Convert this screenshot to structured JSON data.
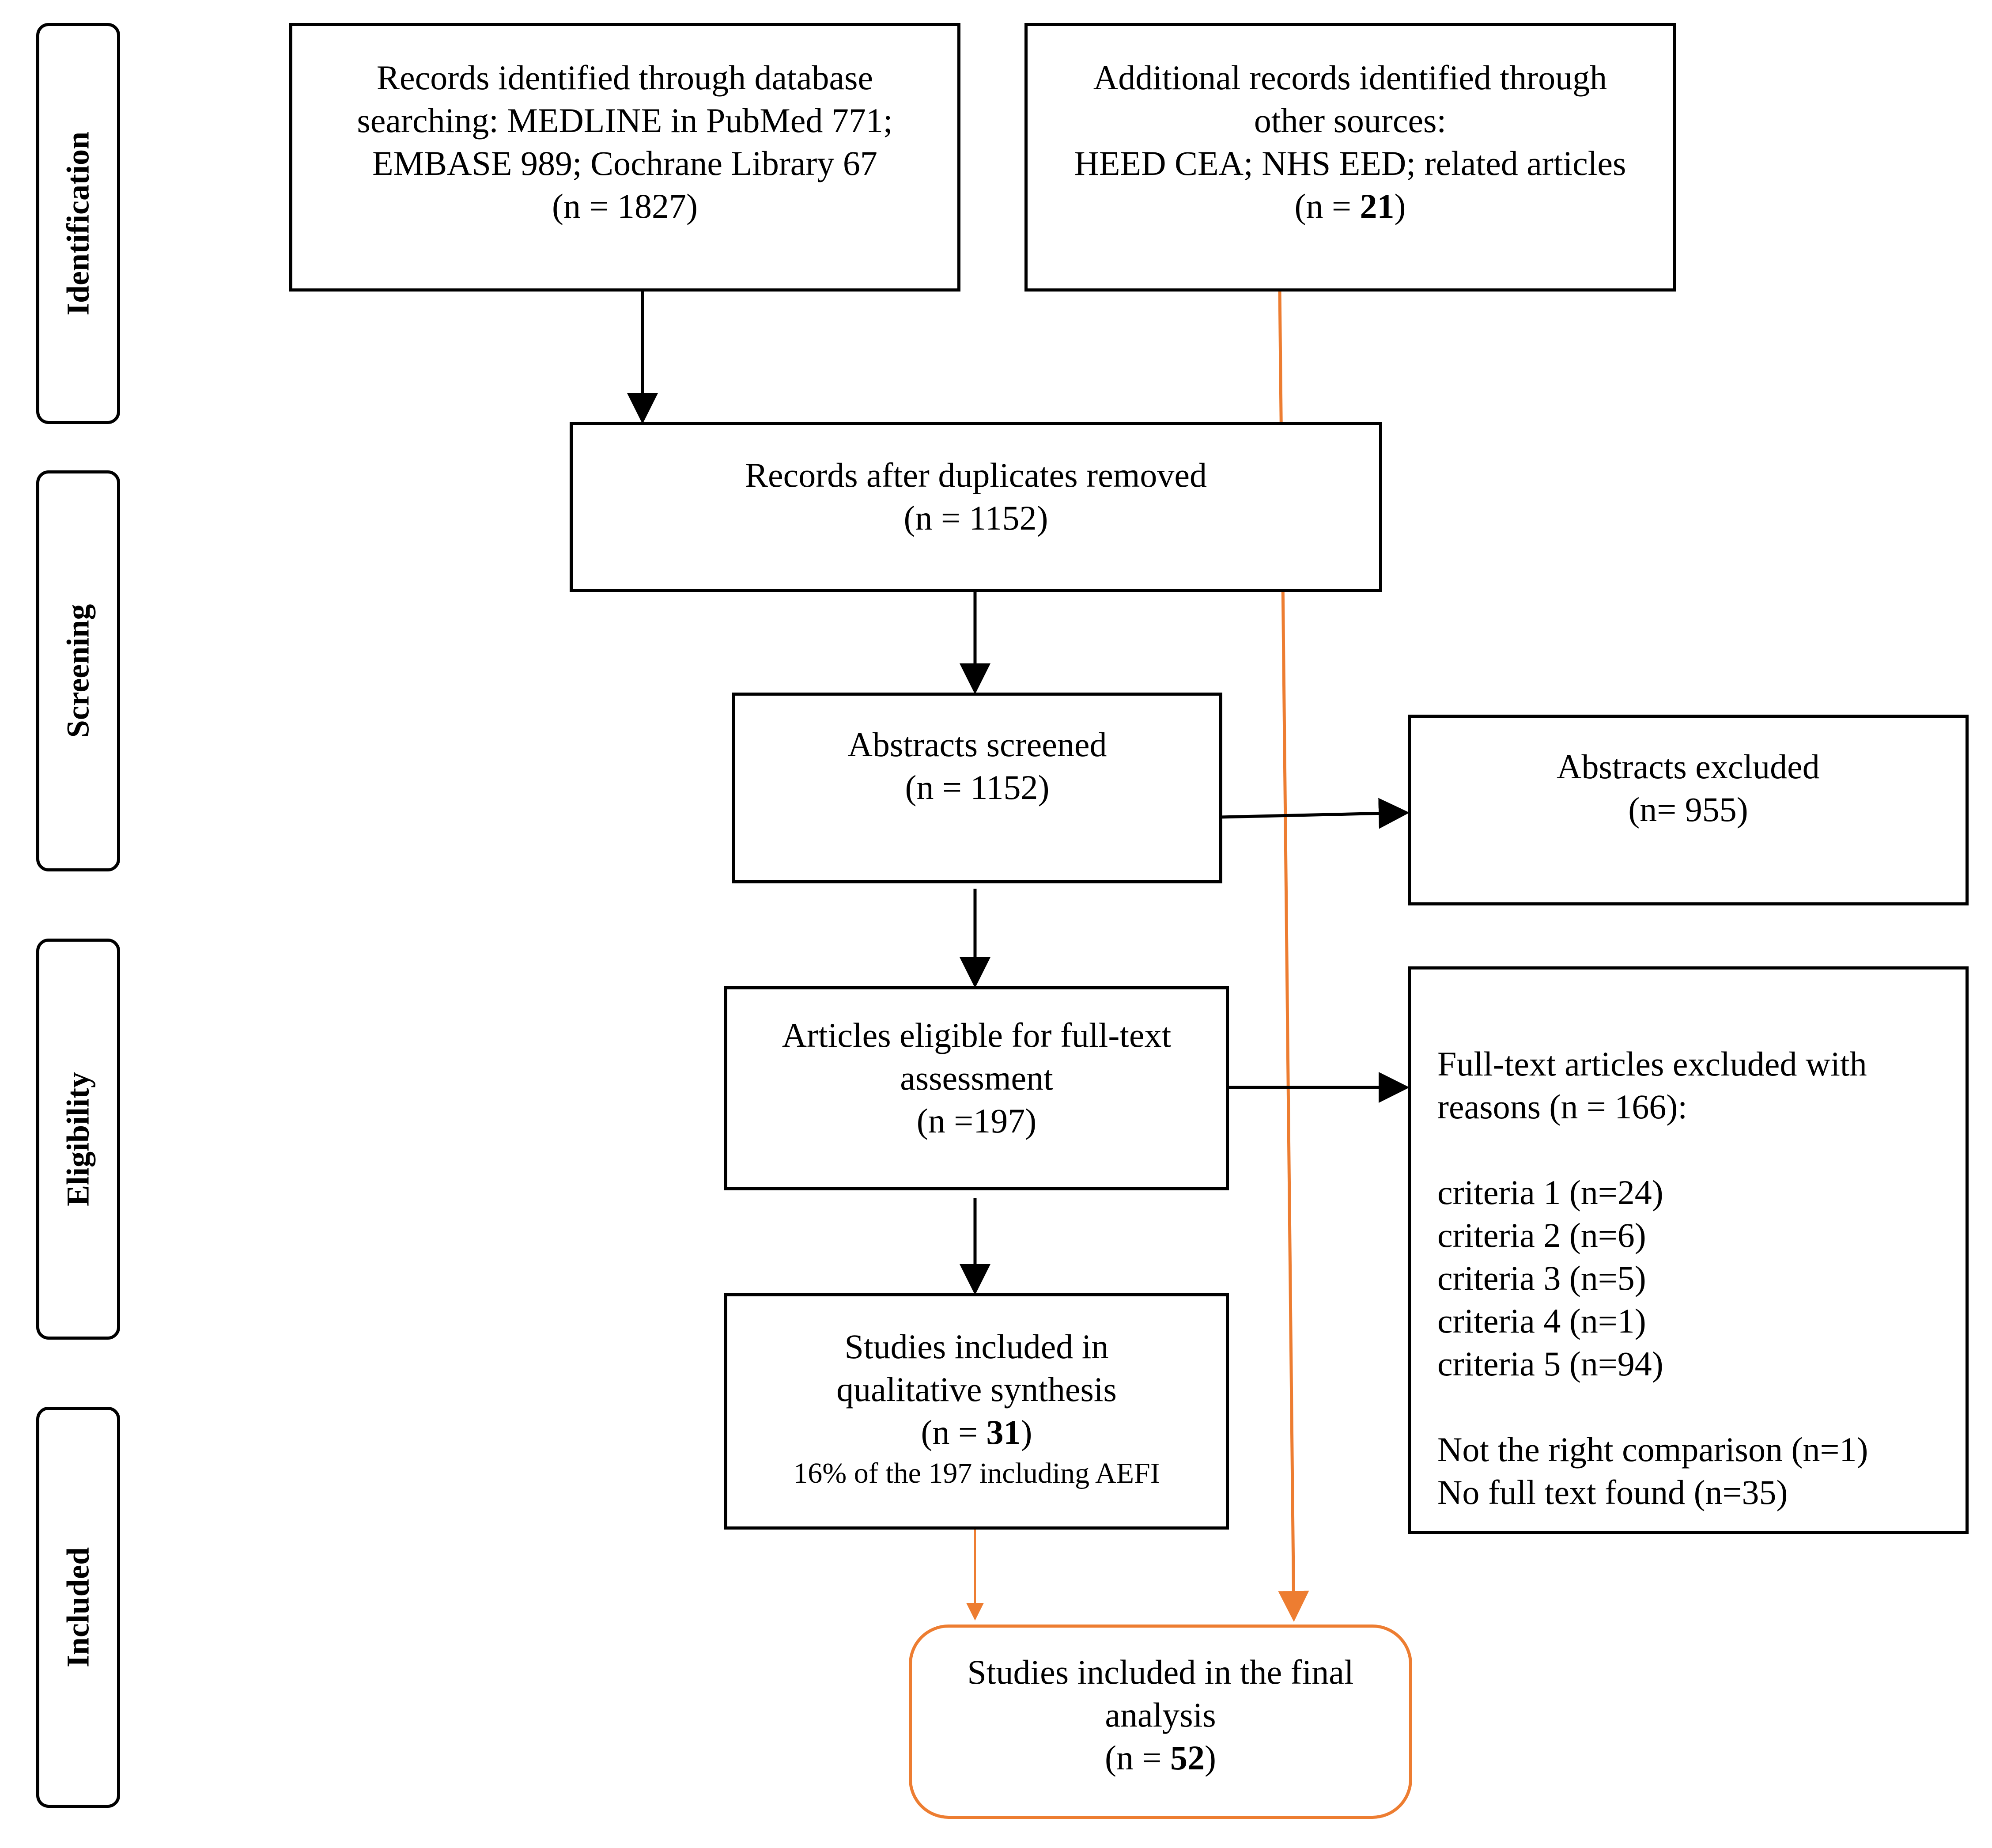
{
  "phases": {
    "identification": "Identification",
    "screening": "Screening",
    "eligibility": "Eligibility",
    "included": "Included"
  },
  "boxes": {
    "records_identified": {
      "line1": "Records identified through database",
      "line2": "searching: MEDLINE in PubMed 771;",
      "line3": "EMBASE 989; Cochrane Library 67",
      "count": "(n = 1827)"
    },
    "additional_records": {
      "line1": "Additional records identified through",
      "line2": "other sources:",
      "line3": "HEED CEA; NHS EED; related articles",
      "count_prefix": "(n = ",
      "count_value": "21",
      "count_suffix": ")"
    },
    "duplicates_removed": {
      "line1": "Records after duplicates removed",
      "count": "(n = 1152)"
    },
    "abstracts_screened": {
      "line1": "Abstracts screened",
      "count": "(n = 1152)"
    },
    "abstracts_excluded": {
      "line1": "Abstracts excluded",
      "count": "(n= 955)"
    },
    "full_text_eligible": {
      "line1": "Articles eligible for full-text",
      "line2": "assessment",
      "count": "(n =197)"
    },
    "full_text_excluded": {
      "line1": "Full-text articles excluded with",
      "line2": "reasons (n = 166):",
      "reasons": [
        "criteria 1 (n=24)",
        "criteria 2 (n=6)",
        "criteria 3 (n=5)",
        "criteria 4 (n=1)",
        "criteria 5 (n=94)"
      ],
      "other_reasons": [
        "Not the right comparison (n=1)",
        "No full text found (n=35)"
      ]
    },
    "qualitative_synthesis": {
      "line1": "Studies included in",
      "line2": "qualitative synthesis",
      "count_prefix": "(n = ",
      "count_value": "31",
      "count_suffix": ")",
      "note": "16% of the 197 including AEFI"
    },
    "final_analysis": {
      "line1": "Studies included in the final",
      "line2": "analysis",
      "count_prefix": "(n = ",
      "count_value": "52",
      "count_suffix": ")"
    }
  },
  "colors": {
    "line": "#000000",
    "highlight": "#ED7D31"
  }
}
